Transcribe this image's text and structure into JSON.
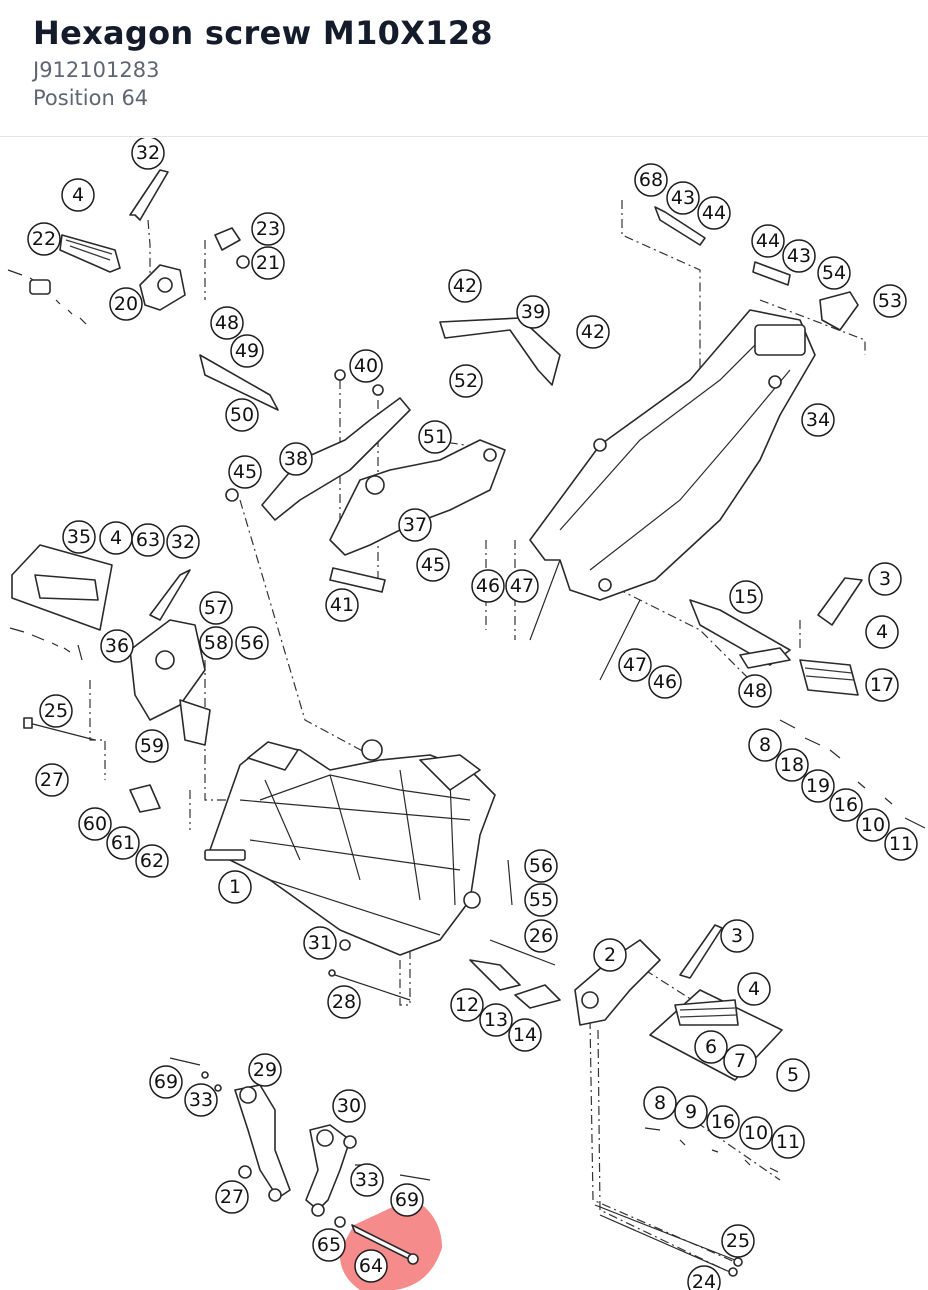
{
  "header": {
    "title": "Hexagon screw M10X128",
    "part_number": "J912101283",
    "position": "Position 64"
  },
  "highlight": {
    "position": "64",
    "color": "#f26a6a"
  },
  "callouts": [
    "32",
    "4",
    "22",
    "23",
    "21",
    "20",
    "48",
    "49",
    "50",
    "42",
    "39",
    "42",
    "40",
    "52",
    "51",
    "45",
    "38",
    "37",
    "45",
    "41",
    "68",
    "43",
    "44",
    "44",
    "43",
    "54",
    "53",
    "34",
    "35",
    "4",
    "63",
    "32",
    "57",
    "58",
    "56",
    "36",
    "25",
    "59",
    "27",
    "60",
    "61",
    "62",
    "46",
    "47",
    "15",
    "3",
    "4",
    "17",
    "47",
    "46",
    "48",
    "8",
    "18",
    "19",
    "16",
    "10",
    "11",
    "1",
    "56",
    "55",
    "26",
    "31",
    "28",
    "12",
    "13",
    "14",
    "2",
    "3",
    "4",
    "6",
    "7",
    "5",
    "69",
    "33",
    "29",
    "30",
    "27",
    "33",
    "69",
    "65",
    "64",
    "8",
    "9",
    "16",
    "10",
    "11",
    "25",
    "24"
  ]
}
